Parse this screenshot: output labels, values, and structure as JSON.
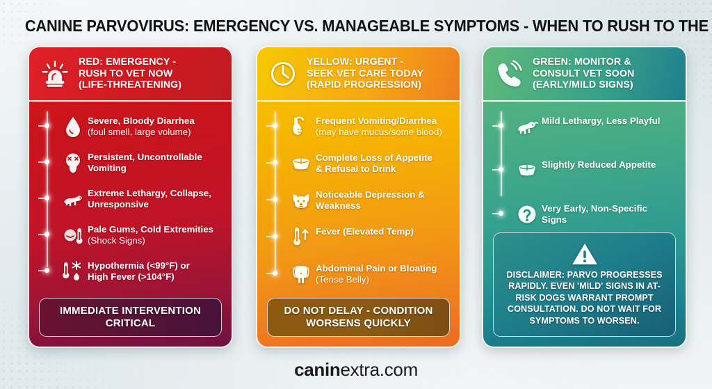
{
  "title": "CANINE PARVOVIRUS: EMERGENCY VS. MANAGEABLE SYMPTOMS - WHEN TO RUSH TO THE VET",
  "brand": {
    "bold": "canin",
    "normal": "extra.com"
  },
  "colors": {
    "red_accent": "#d71920",
    "red_deep": "#6e1140",
    "yellow_accent": "#f5c400",
    "orange_accent": "#ec6a21",
    "green_accent": "#5db87a",
    "teal_accent": "#17707f",
    "text_on_card": "#ffffff",
    "title_color": "#121212"
  },
  "columns": [
    {
      "id": "red",
      "icon": "siren-icon",
      "header_lines": [
        "RED: EMERGENCY -",
        "RUSH TO VET NOW",
        "(LIFE-THREATENING)"
      ],
      "items": [
        {
          "icon": "blood-drop-icon",
          "main": "Severe, Bloody Diarrhea",
          "sub": "(foul smell, large volume)"
        },
        {
          "icon": "vomiting-face-icon",
          "main": "Persistent, Uncontrollable",
          "sub": "Vomiting"
        },
        {
          "icon": "collapsed-dog-icon",
          "main": "Extreme Lethargy, Collapse,",
          "sub": "Unresponsive"
        },
        {
          "icon": "pale-gums-icon",
          "main": "Pale Gums, Cold Extremities",
          "sub": "(Shock Signs)"
        },
        {
          "icon": "thermometer-snowflake-fire-icon",
          "main": "Hypothermia (<99°F) or",
          "sub": "High Fever (>104°F)"
        }
      ],
      "banner": [
        "IMMEDIATE INTERVENTION",
        "CRITICAL"
      ]
    },
    {
      "id": "yellow",
      "icon": "clock-icon",
      "header_lines": [
        "YELLOW: URGENT -",
        "SEEK VET CARE TODAY",
        "(RAPID PROGRESSION)"
      ],
      "items": [
        {
          "icon": "stomach-icon",
          "main": "Frequent Vomiting/Diarrhea",
          "sub": "(may have mucus/some blood)"
        },
        {
          "icon": "food-bowl-icon",
          "main": "Complete Loss of Appetite",
          "sub": "& Refusal to Drink"
        },
        {
          "icon": "sad-dog-face-icon",
          "main": "Noticeable Depression &",
          "sub": "Weakness"
        },
        {
          "icon": "thermometer-up-icon",
          "main": "Fever (Elevated Temp)",
          "sub": ""
        },
        {
          "icon": "abdomen-icon",
          "main": "Abdominal Pain or Bloating",
          "sub": "(Tense Belly)"
        }
      ],
      "banner": [
        "DO NOT DELAY - CONDITION",
        "WORSENS QUICKLY"
      ]
    },
    {
      "id": "green",
      "icon": "phone-signal-icon",
      "header_lines": [
        "GREEN: MONITOR &",
        "CONSULT VET SOON",
        "(EARLY/MILD SIGNS)"
      ],
      "items": [
        {
          "icon": "lying-dog-icon",
          "main": "Mild Lethargy, Less Playful",
          "sub": ""
        },
        {
          "icon": "food-bowl-icon",
          "main": "Slightly Reduced Appetite",
          "sub": ""
        },
        {
          "icon": "question-mark-circle-icon",
          "main": "Very Early, Non-Specific",
          "sub": "Signs"
        }
      ],
      "disclaimer": {
        "icon": "warning-triangle-icon",
        "text": "DISCLAIMER: PARVO PROGRESSES RAPIDLY. EVEN 'MILD' SIGNS IN AT-RISK DOGS WARRANT PROMPT CONSULTATION. DO NOT WAIT FOR SYMPTOMS TO WORSEN."
      }
    }
  ]
}
